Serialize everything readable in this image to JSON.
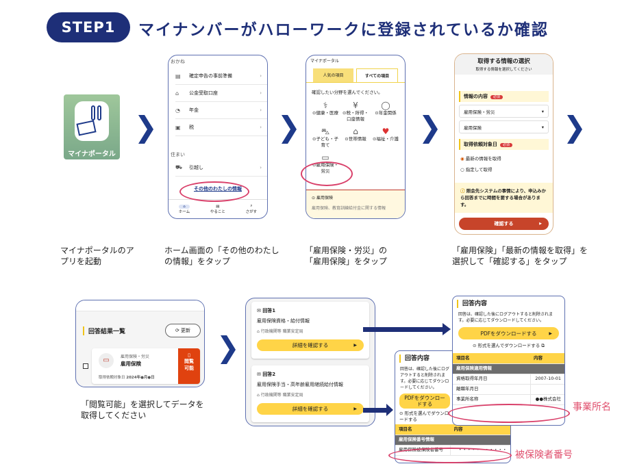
{
  "header": {
    "step": "STEP1",
    "title": "マイナンバーがハローワークに登録されているか確認"
  },
  "app_icon": {
    "label": "マイナポータル"
  },
  "screen1": {
    "section1": "おかね",
    "items": [
      {
        "icon": "document-icon",
        "label": "確定申告の事前準備"
      },
      {
        "icon": "bank-icon",
        "label": "公金受取口座"
      },
      {
        "icon": "piggy-bank-icon",
        "label": "年金"
      },
      {
        "icon": "tax-icon",
        "label": "税"
      }
    ],
    "section2": "住まい",
    "items2": [
      {
        "icon": "truck-icon",
        "label": "引越し"
      }
    ],
    "link": "その他のわたしの情報",
    "nav": [
      "ホーム",
      "やること",
      "さがす"
    ]
  },
  "screen2": {
    "header": "マイナポータル",
    "tabs": [
      "人気の項目",
      "すべての項目"
    ],
    "prompt": "確認したい分野を選んでください。",
    "categories": [
      "健康・医療",
      "税・所得・口座情報",
      "年金関係",
      "子ども・子育て",
      "世帯情報",
      "福祉・介護",
      "雇用保険・労災"
    ],
    "sub_title": "雇用保険",
    "sub_desc": "雇用保険、教育訓練給付金に関する情報"
  },
  "screen3": {
    "title": "取得する情報の選択",
    "subtitle": "取得する情報を選択してください",
    "sec1": "情報の内容",
    "required": "必須",
    "select1": "雇用保険・労災",
    "select2": "雇用保険",
    "sec2": "取得依頼対象日",
    "radio1": "最新の情報を取得",
    "radio2": "指定して取得",
    "notice": "照会先システムの事情により、申込みから回答までに時間を要する場合があります。",
    "confirm": "確認する"
  },
  "captions": [
    "マイナポータルのアプリを起動",
    "ホーム画面の「その他のわたしの情報」をタップ",
    "「雇用保険・労災」の「雇用保険」をタップ",
    "「雇用保険」「最新の情報を取得」を選択して「確認する」をタップ",
    "「閲覧可能」を選択してデータを取得してください"
  ],
  "results": {
    "title": "回答結果一覧",
    "refresh": "更新",
    "category": "雇用保険・労災",
    "name": "雇用保険",
    "date_label": "取得依頼対象日",
    "date": "2024年●月●日",
    "status": "閲覧可能"
  },
  "answers": [
    {
      "title": "回答1",
      "name": "雇用保険資格・給付情報",
      "org_label": "行政機関等",
      "org": "職業安定局",
      "button": "詳細を確認する"
    },
    {
      "title": "回答2",
      "name": "雇用保険手当・高年齢雇用継続給付情報",
      "org_label": "行政機関等",
      "org": "職業安定局",
      "button": "詳細を確認する"
    }
  ],
  "detail": {
    "title": "回答内容",
    "desc": "回答は、確認した後にログアウトすると削除されます。必要に応じてダウンロードしてください。",
    "pdf": "PDFをダウンロードする",
    "format": "形式を選んでダウンロードする",
    "col1": "項目名",
    "col2": "内容",
    "front_group": "雇用保険適用情報",
    "rows": [
      [
        "資格取得年月日",
        "2007-10-01"
      ],
      [
        "離職年月日",
        ""
      ],
      [
        "事業所名称",
        "●●株式会社"
      ]
    ],
    "back_group": "雇用保険番号情報",
    "back_row": [
      "雇用保険被保険者番号",
      "・・・・・・・・・・・"
    ]
  },
  "annotations": {
    "office": "事業所名",
    "insured": "被保険者番号"
  },
  "colors": {
    "navy": "#1e2f78",
    "yellow": "#ffd447",
    "red": "#d93b3b",
    "pink": "#d9406a"
  }
}
